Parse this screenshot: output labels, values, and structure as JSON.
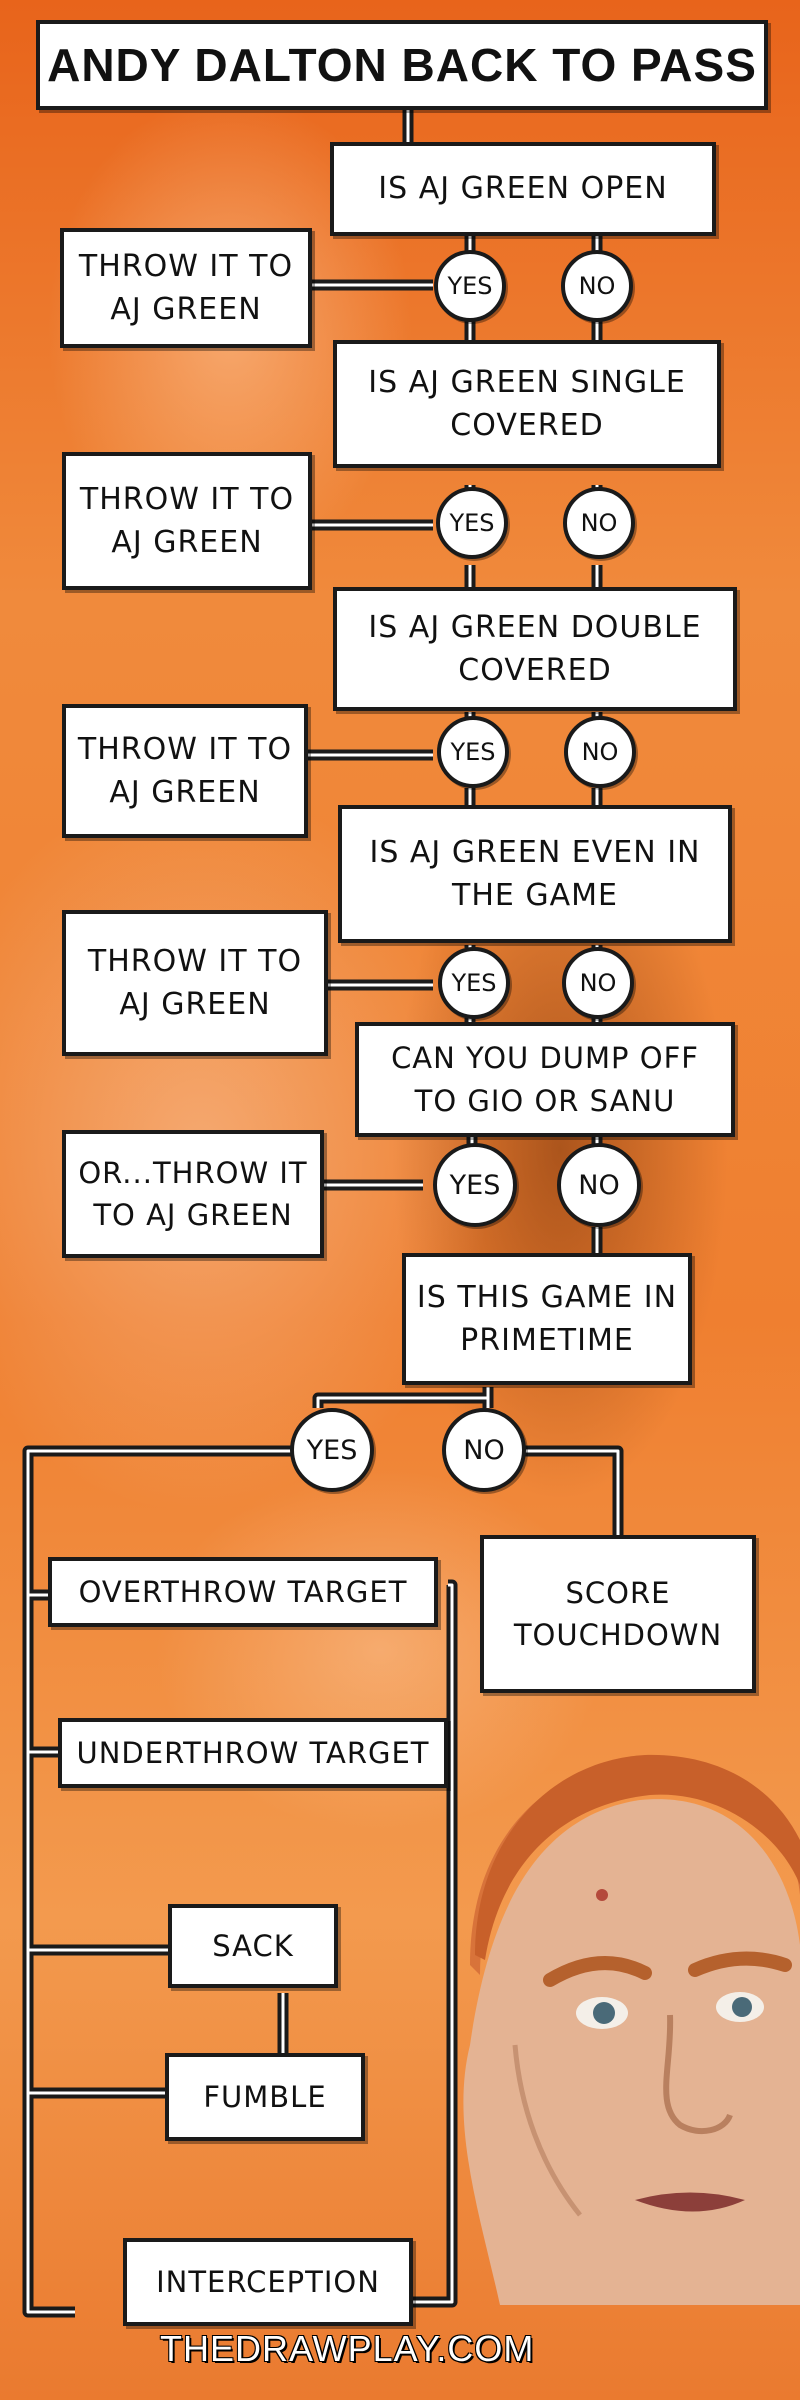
{
  "title": "ANDY DALTON BACK TO PASS",
  "questions": [
    "IS AJ GREEN OPEN",
    "IS AJ GREEN SINGLE COVERED",
    "IS AJ GREEN DOUBLE COVERED",
    "IS AJ GREEN EVEN IN THE GAME",
    "CAN YOU DUMP OFF TO GIO OR SANU",
    "IS THIS GAME IN PRIMETIME"
  ],
  "answers": [
    "THROW IT TO AJ GREEN",
    "THROW IT TO AJ GREEN",
    "THROW IT TO AJ GREEN",
    "THROW IT TO AJ GREEN",
    "OR...THROW IT TO AJ GREEN"
  ],
  "yes_label": "YES",
  "no_label": "NO",
  "score_touchdown": "SCORE TOUCHDOWN",
  "primetime_outcomes": [
    "OVERTHROW TARGET",
    "UNDERTHROW TARGET",
    "SACK",
    "FUMBLE",
    "INTERCEPTION"
  ],
  "footer": "THEDRAWPLAY.COM"
}
